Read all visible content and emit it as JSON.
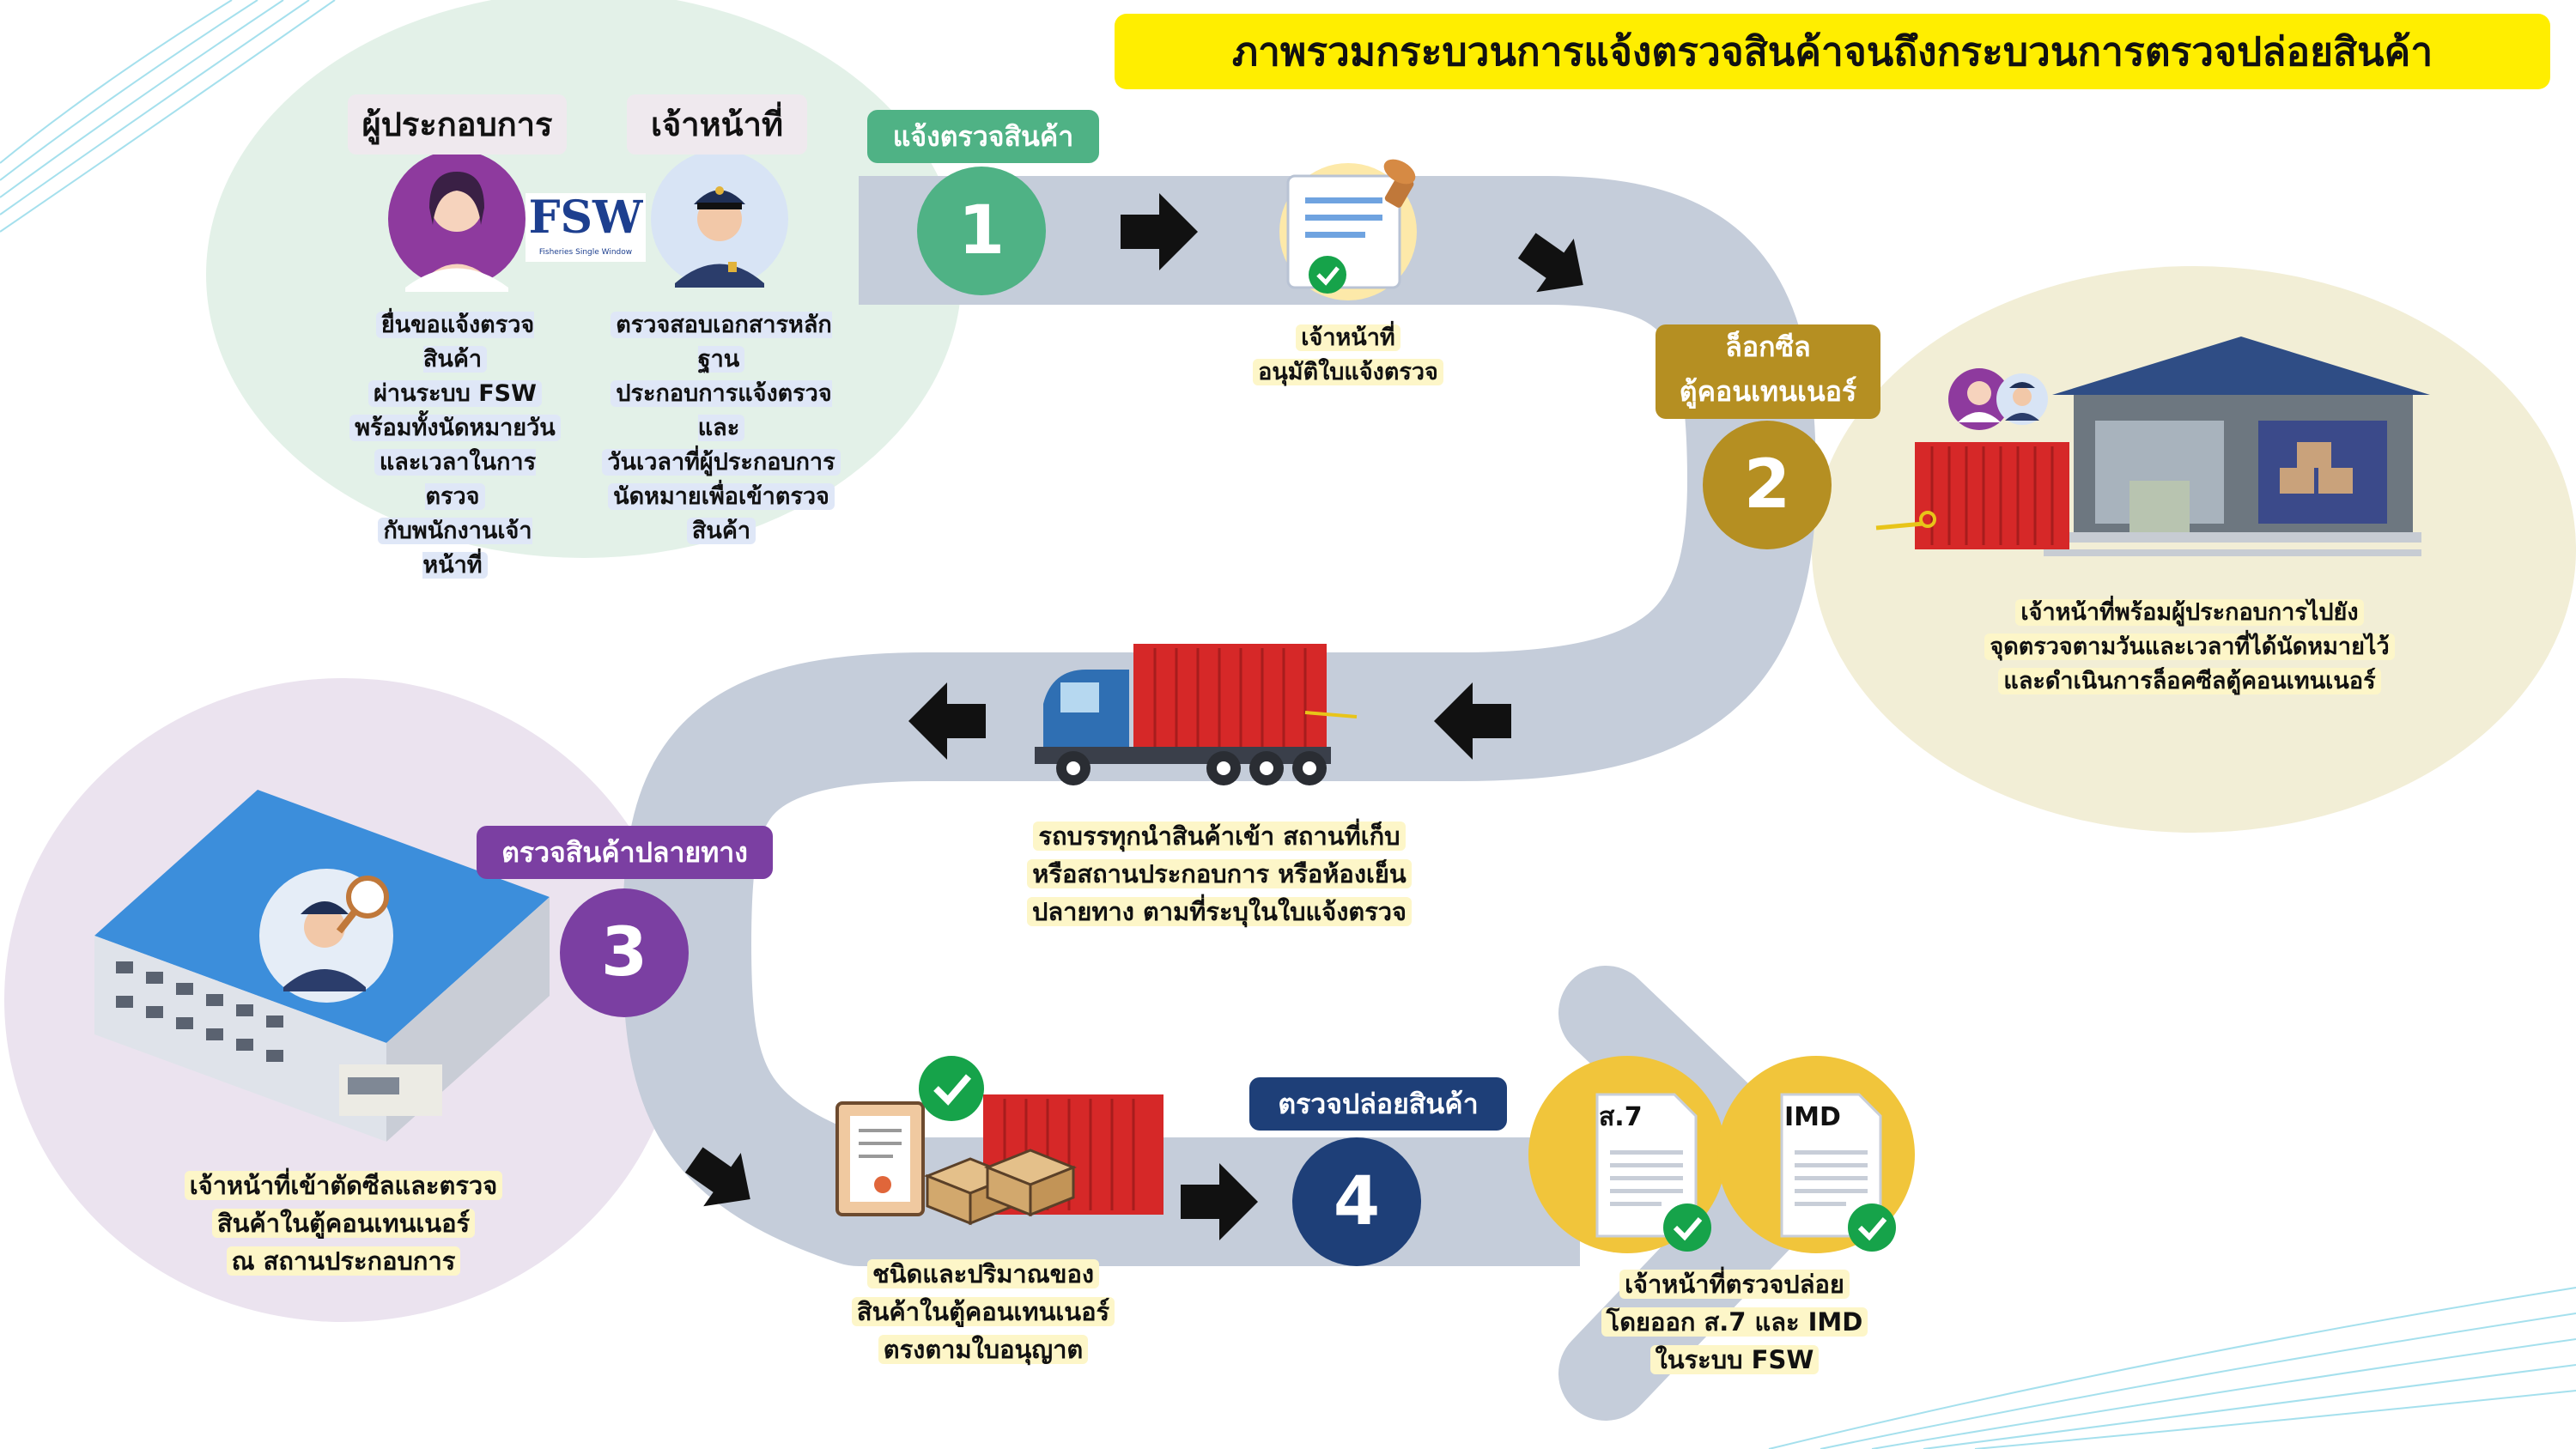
{
  "title": "ภาพรวมกระบวนการแจ้งตรวจสินค้าจนถึงกระบวนการตรวจปล่อยสินค้า",
  "roles": {
    "operator": "ผู้ประกอบการ",
    "officer": "เจ้าหน้าที่"
  },
  "logo_text": "FSW",
  "logo_subtext": "Fisheries Single Window",
  "steps": [
    {
      "number": "1",
      "label": "แจ้งตรวจสินค้า",
      "color": "#4fb285"
    },
    {
      "number": "2",
      "label_lines": [
        "ล็อกซีล",
        "ตู้คอนเทนเนอร์"
      ],
      "color": "#b58f22"
    },
    {
      "number": "3",
      "label": "ตรวจสินค้าปลายทาง",
      "color": "#7b3fa2"
    },
    {
      "number": "4",
      "label": "ตรวจปล่อยสินค้า",
      "color": "#1e3f78"
    }
  ],
  "descriptions": {
    "operator": [
      "ยื่นขอแจ้งตรวจสินค้า",
      "ผ่านระบบ FSW",
      "พร้อมทั้งนัดหมายวัน",
      "และเวลาในการตรวจ",
      "กับพนักงานเจ้าหน้าที่"
    ],
    "officer": [
      "ตรวจสอบเอกสารหลักฐาน",
      "ประกอบการแจ้งตรวจและ",
      "วันเวลาที่ผู้ประกอบการ",
      "นัดหมายเพื่อเข้าตรวจ",
      "สินค้า"
    ],
    "approve": [
      "เจ้าหน้าที่",
      "อนุมัติใบแจ้งตรวจ"
    ],
    "seal": [
      "เจ้าหน้าที่พร้อมผู้ประกอบการไปยัง",
      "จุดตรวจตามวันและเวลาที่ได้นัดหมายไว้",
      "และดำเนินการล็อคซีลตู้คอนเทนเนอร์"
    ],
    "truck": [
      "รถบรรทุกนำสินค้าเข้า สถานที่เก็บ",
      "หรือสถานประกอบการ หรือห้องเย็น",
      "ปลายทาง ตามที่ระบุในใบแจ้งตรวจ"
    ],
    "inspect": [
      "เจ้าหน้าที่เข้าตัดซีลและตรวจ",
      "สินค้าในตู้คอนเทนเนอร์",
      "ณ สถานประกอบการ"
    ],
    "goods": [
      "ชนิดและปริมาณของ",
      "สินค้าในตู้คอนเทนเนอร์",
      "ตรงตามใบอนุญาต"
    ],
    "release": [
      "เจ้าหน้าที่ตรวจปล่อย",
      "โดยออก ส.7 และ IMD",
      "ในระบบ FSW"
    ]
  },
  "documents": {
    "doc1": "ส.7",
    "doc2": "IMD"
  },
  "colors": {
    "road": "#c5cdda",
    "title_bg": "#ffee00",
    "container": "#d62828",
    "green_check": "#16a34a"
  }
}
